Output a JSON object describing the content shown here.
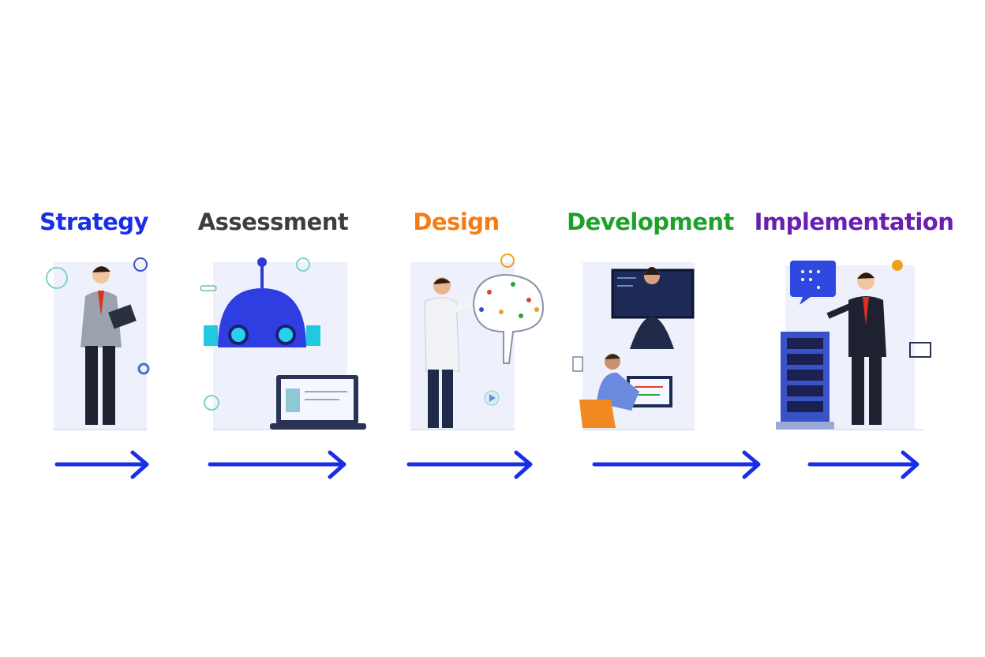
{
  "stages": [
    {
      "label": "Strategy",
      "color": "#1a2ee8",
      "icon": "businessman-clipboard-icon"
    },
    {
      "label": "Assessment",
      "color": "#3c3c44",
      "icon": "robot-laptop-icon"
    },
    {
      "label": "Design",
      "color": "#f57c12",
      "icon": "person-brain-icon"
    },
    {
      "label": "Development",
      "color": "#1fa02a",
      "icon": "developers-screens-icon"
    },
    {
      "label": "Implementation",
      "color": "#6a1fb0",
      "icon": "presenter-server-icon"
    }
  ],
  "arrow_color": "#1a2ee8"
}
